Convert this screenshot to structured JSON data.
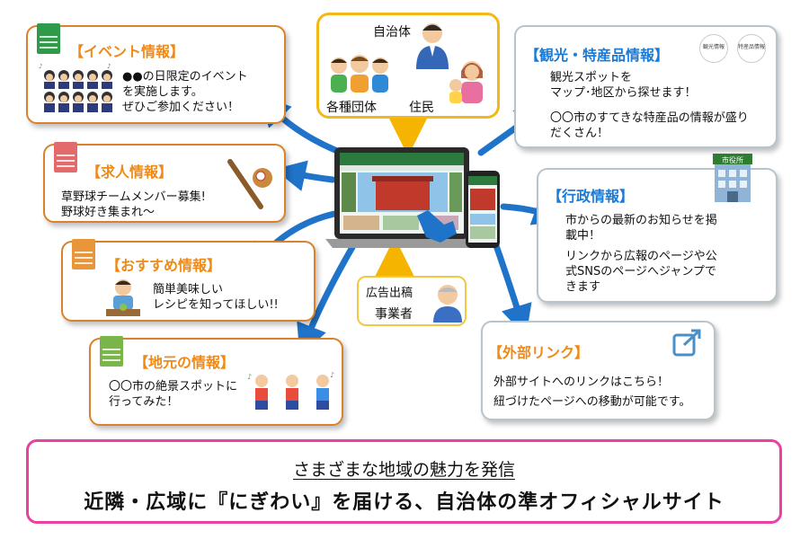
{
  "hub": {
    "top_label": "自治体",
    "left_label": "各種団体",
    "right_label": "住民"
  },
  "ad": {
    "line1": "広告出稿",
    "line2": "事業者"
  },
  "cards": {
    "event": {
      "title": "【イベント情報】",
      "lines": [
        "●●の日限定のイベント",
        "を実施します。",
        "ぜひご参加ください！"
      ]
    },
    "job": {
      "title": "【求人情報】",
      "lines": [
        "草野球チームメンバー募集!",
        "野球好き集まれ～"
      ]
    },
    "recommend": {
      "title": "【おすすめ情報】",
      "lines": [
        "簡単美味しい",
        "レシピを知ってほしい!!"
      ]
    },
    "local": {
      "title": "【地元の情報】",
      "lines": [
        "〇〇市の絶景スポットに",
        "行ってみた！"
      ]
    },
    "tourism": {
      "title": "【観光・特産品情報】",
      "lines": [
        "観光スポットを",
        "マップ･地区から探せます！",
        "〇〇市のすてきな特産品の情報が盛り",
        "だくさん！"
      ],
      "badge1": "観光情報",
      "badge2": "特産品情報"
    },
    "admin": {
      "title": "【行政情報】",
      "lines": [
        "市からの最新のお知らせを掲",
        "載中！",
        "リンクから広報のページや公",
        "式SNSのページへジャンプで",
        "きます"
      ],
      "sign": "市役所"
    },
    "external": {
      "title": "【外部リンク】",
      "lines": [
        "外部サイトへのリンクはこちら！",
        "紐づけたページへの移動が可能です。"
      ]
    }
  },
  "footer": {
    "line1": "さまざまな地域の魅力を発信",
    "line2": "近隣・広域に『にぎわい』を届ける、自治体の準オフィシャルサイト"
  },
  "colors": {
    "orange_title": "#ef8a16",
    "blue_title": "#1a7ad6",
    "arrow": "#1f73c9",
    "hub_border": "#f2b81a",
    "footer_border": "#ea3fa3"
  }
}
